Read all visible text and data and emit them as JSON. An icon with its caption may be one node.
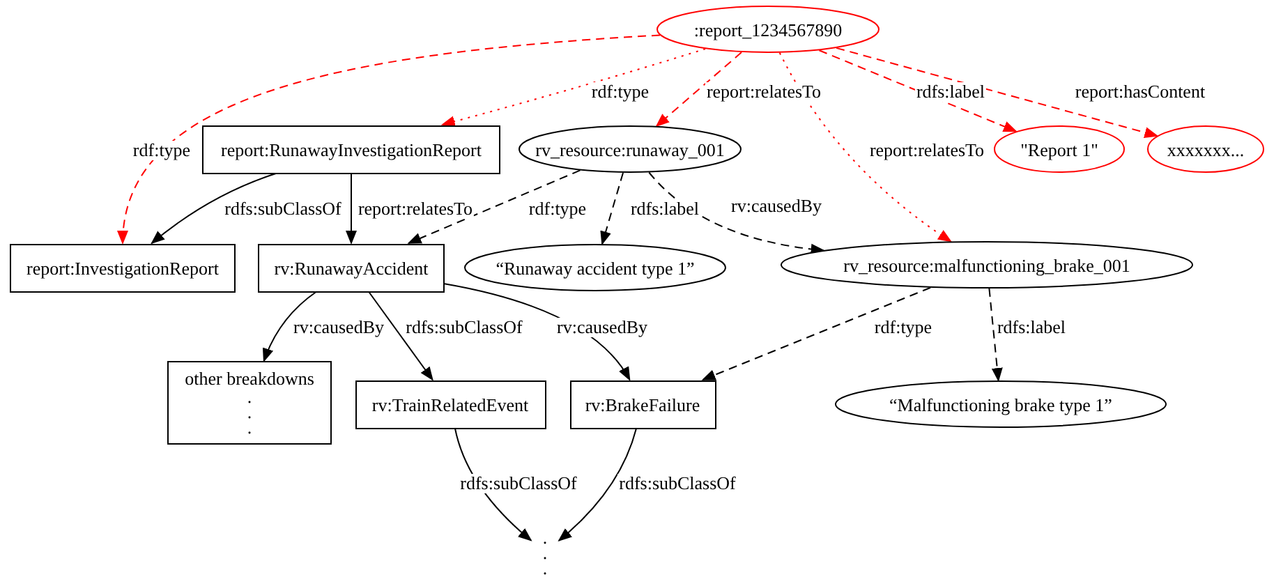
{
  "diagram": {
    "nodes": [
      {
        "text": [
          ":report_1234567890"
        ]
      },
      {
        "text": [
          "report:RunawayInvestigationReport"
        ]
      },
      {
        "text": [
          "rv_resource:runaway_001"
        ]
      },
      {
        "text": [
          "\"Report 1\""
        ]
      },
      {
        "text": [
          "xxxxxxx..."
        ]
      },
      {
        "text": [
          "report:InvestigationReport"
        ]
      },
      {
        "text": [
          "rv:RunawayAccident"
        ]
      },
      {
        "text": [
          "“Runaway accident type 1”"
        ]
      },
      {
        "text": [
          "rv_resource:malfunctioning_brake_001"
        ]
      },
      {
        "text": [
          "other breakdowns",
          ". . ."
        ]
      },
      {
        "text": [
          "rv:TrainRelatedEvent"
        ]
      },
      {
        "text": [
          "rv:BrakeFailure"
        ]
      },
      {
        "text": [
          "“Malfunctioning brake type 1”"
        ]
      },
      {
        "text": [
          ". . ."
        ]
      }
    ],
    "edges": [
      {
        "from": 0,
        "to": 5,
        "arrow": "to",
        "label": "rdf:type",
        "style": "dashed",
        "color": "#ff0000"
      },
      {
        "from": 0,
        "to": 1,
        "arrow": "to",
        "label": "rdf:type",
        "style": "dashed",
        "color": "#ff0000"
      },
      {
        "from": 0,
        "to": 2,
        "arrow": "to",
        "label": "report:relatesTo",
        "style": "dashed",
        "color": "#ff0000"
      },
      {
        "from": 0,
        "to": 8,
        "arrow": "to",
        "label": "report:relatesTo",
        "style": "dashed",
        "color": "#ff0000"
      },
      {
        "from": 0,
        "to": 3,
        "arrow": "to",
        "label": "rdfs:label",
        "style": "dashed",
        "color": "#ff0000"
      },
      {
        "from": 0,
        "to": 4,
        "arrow": "to",
        "label": "report:hasContent",
        "style": "dashed",
        "color": "#ff0000"
      },
      {
        "from": 1,
        "to": 5,
        "arrow": "to",
        "label": "rdfs:subClassOf"
      },
      {
        "from": 1,
        "to": 6,
        "arrow": "to",
        "label": "report:relatesTo"
      },
      {
        "from": 2,
        "to": 6,
        "arrow": "to",
        "label": "rdf:type",
        "style": "dashed"
      },
      {
        "from": 2,
        "to": 7,
        "arrow": "to",
        "label": "rdfs:label",
        "style": "dashed"
      },
      {
        "from": 2,
        "to": 8,
        "arrow": "to",
        "label": "rv:causedBy",
        "style": "dashed"
      },
      {
        "from": 6,
        "to": 9,
        "arrow": "to",
        "label": "rv:causedBy"
      },
      {
        "from": 6,
        "to": 10,
        "arrow": "to",
        "label": "rdfs:subClassOf"
      },
      {
        "from": 6,
        "to": 11,
        "arrow": "to",
        "label": "rv:causedBy"
      },
      {
        "from": 8,
        "to": 11,
        "arrow": "to",
        "label": "rdf:type",
        "style": "dashed"
      },
      {
        "from": 8,
        "to": 12,
        "arrow": "to",
        "label": "rdfs:label",
        "style": "dashed"
      },
      {
        "from": 10,
        "to": 13,
        "arrow": "to",
        "label": "rdfs:subClassOf"
      },
      {
        "from": 11,
        "to": 13,
        "arrow": "to",
        "label": "rdfs:subClassOf"
      }
    ]
  }
}
